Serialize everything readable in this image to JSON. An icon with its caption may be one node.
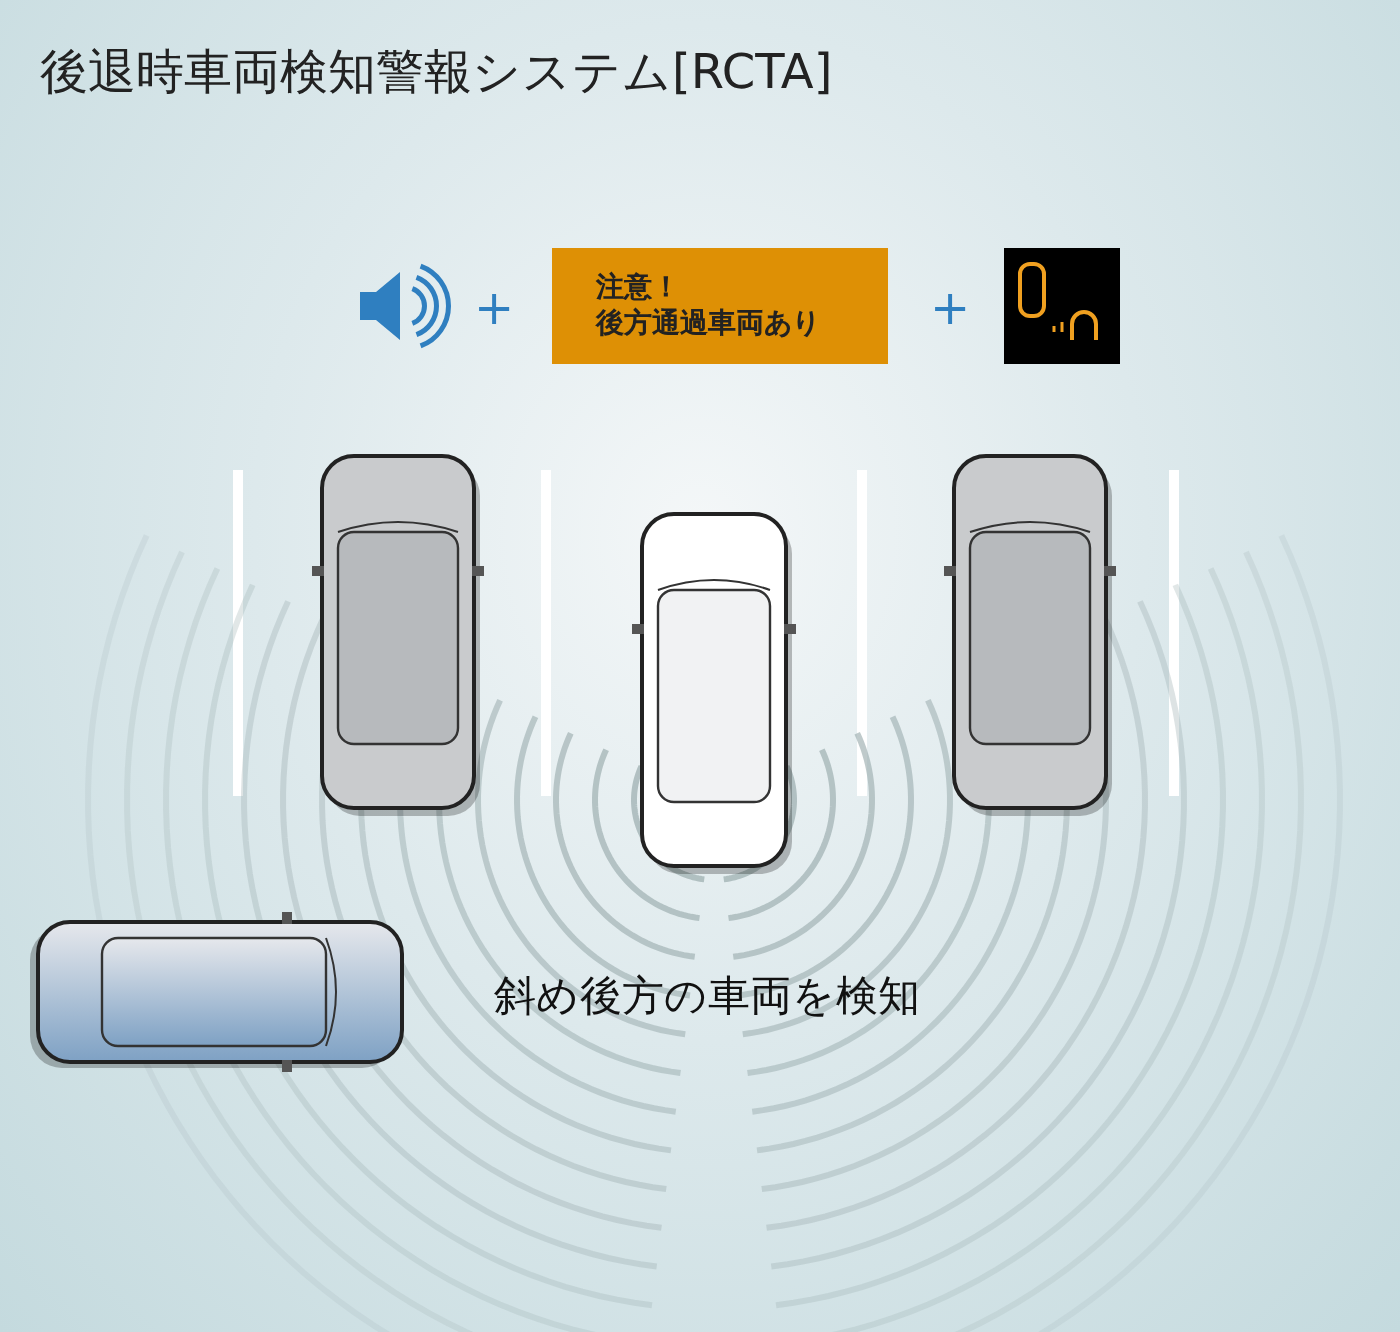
{
  "diagram": {
    "title": "後退時車両検知警報システム[RCTA]",
    "nodes": [
      {
        "text": [
          "注意！",
          "後方通過車両あり"
        ]
      }
    ],
    "labels": [
      "+",
      "+",
      "斜め後方の車両を検知"
    ]
  }
}
